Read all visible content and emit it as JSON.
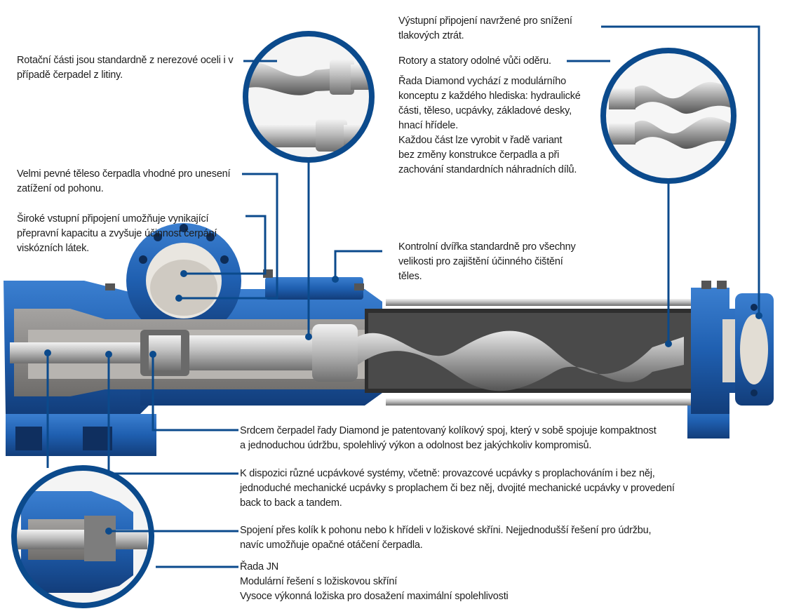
{
  "callouts": {
    "rotating_parts": {
      "lines": [
        "Rotační části jsou standardně z nerezové oceli i v",
        "případě čerpadel z litiny."
      ]
    },
    "pump_body": {
      "lines": [
        "Velmi pevné těleso čerpadla vhodné pro unesení",
        "zatížení od pohonu."
      ]
    },
    "wide_inlet": {
      "lines": [
        "Široké vstupní připojení umožňuje vynikající",
        "přepravní kapacitu a zvyšuje účinnost čerpání",
        "viskózních látek."
      ]
    },
    "outlet": {
      "lines": [
        "Výstupní připojení navržené pro snížení",
        "tlakových ztrát."
      ]
    },
    "rotors_stators": {
      "lines": [
        "Rotory a statory odolné vůči oděru."
      ]
    },
    "diamond_modular": {
      "lines": [
        "Řada Diamond vychází z modulárního",
        "konceptu z každého hlediska: hydraulické",
        "části, těleso, ucpávky, základové desky,",
        "hnací hřídele.",
        "Každou část lze vyrobit v řadě variant",
        "bez změny konstrukce čerpadla a při",
        "zachování standardních náhradních dílů."
      ]
    },
    "inspection_door": {
      "lines": [
        "Kontrolní dvířka standardně pro všechny",
        "velikosti pro zajištění účinného čištění",
        "těles."
      ]
    },
    "pin_joint": {
      "lines": [
        "Srdcem čerpadel řady Diamond je patentovaný kolíkový spoj, který v sobě spojuje kompaktnost",
        "a jednoduchou údržbu, spolehlivý výkon a odolnost bez jakýchkoliv kompromisů."
      ]
    },
    "seal_systems": {
      "lines": [
        "K dispozici různé ucpávkové systémy, včetně: provazcové ucpávky s proplachováním i bez něj,",
        "jednoduché mechanické ucpávky s proplachem či bez něj, dvojité mechanické ucpávky v provedení",
        "back to back a tandem."
      ]
    },
    "drive_connection": {
      "lines": [
        "Spojení přes kolík k pohonu nebo k hřídeli v ložiskové skříni. Nejjednodušší řešení pro údržbu,",
        "navíc umožňuje opačné otáčení čerpadla."
      ]
    },
    "jn_series": {
      "lines": [
        "Řada JN",
        "Modulární řešení s ložiskovou skříní",
        "Vysoce výkonná ložiska pro dosažení maximální spolehlivosti"
      ]
    }
  },
  "colors": {
    "leader_blue": "#0b4a8c",
    "pump_blue": "#1f5fb0",
    "pump_blue_dark": "#123d7a",
    "casing_gray": "#8c8a88",
    "steel": "#c9c9c9"
  }
}
